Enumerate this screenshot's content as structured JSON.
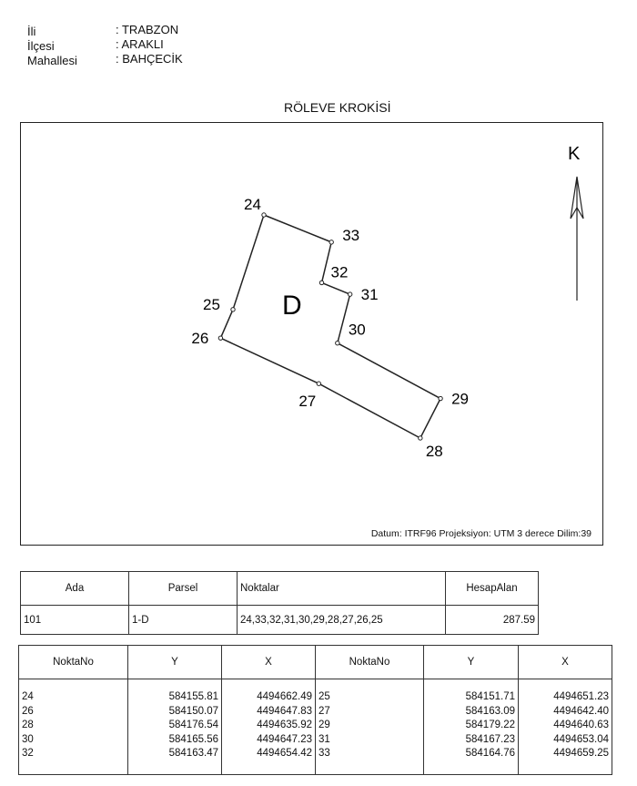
{
  "header": {
    "il_label": "İli",
    "il_value": ": TRABZON",
    "ilce_label": "İlçesi",
    "ilce_value": ": ARAKLI",
    "mahalle_label": "Mahallesi",
    "mahalle_value": ": BAHÇECİK"
  },
  "sketch": {
    "title": "RÖLEVE KROKİSİ",
    "parcel_letter": "D",
    "north_label": "K",
    "datum": "Datum: ITRF96 Projeksiyon: UTM 3 derece Dilim:39",
    "boundary_order": [
      "24",
      "33",
      "32",
      "31",
      "30",
      "29",
      "28",
      "27",
      "26",
      "25"
    ]
  },
  "parcel_table": {
    "headers": [
      "Ada",
      "Parsel",
      "Noktalar",
      "HesapAlan"
    ],
    "row": [
      "101",
      "1-D",
      "24,33,32,31,30,29,28,27,26,25",
      "287.59"
    ]
  },
  "points_table": {
    "headers": [
      "NoktaNo",
      "Y",
      "X",
      "NoktaNo",
      "Y",
      "X"
    ],
    "left": [
      {
        "no": "24",
        "y": "584155.81",
        "x": "4494662.49"
      },
      {
        "no": "26",
        "y": "584150.07",
        "x": "4494647.83"
      },
      {
        "no": "28",
        "y": "584176.54",
        "x": "4494635.92"
      },
      {
        "no": "30",
        "y": "584165.56",
        "x": "4494647.23"
      },
      {
        "no": "32",
        "y": "584163.47",
        "x": "4494654.42"
      }
    ],
    "right": [
      {
        "no": "25",
        "y": "584151.71",
        "x": "4494651.23"
      },
      {
        "no": "27",
        "y": "584163.09",
        "x": "4494642.40"
      },
      {
        "no": "29",
        "y": "584179.22",
        "x": "4494640.63"
      },
      {
        "no": "31",
        "y": "584167.23",
        "x": "4494653.04"
      },
      {
        "no": "33",
        "y": "584164.76",
        "x": "4494659.25"
      }
    ]
  }
}
